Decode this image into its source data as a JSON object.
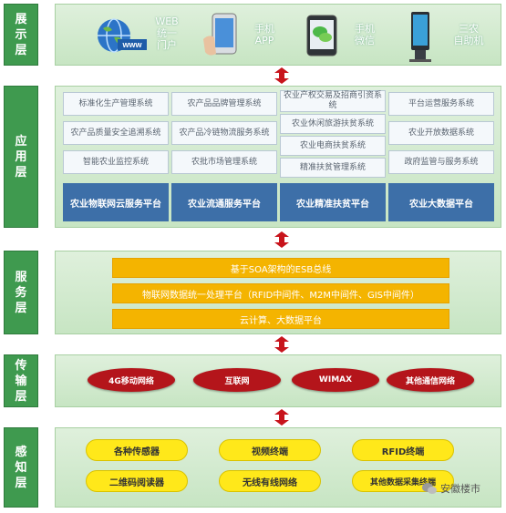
{
  "colors": {
    "layer_label_bg": "#3f9a4f",
    "panel_bg": "#d4ebd0",
    "platform_bg": "#3d6fa8",
    "service_bar_bg": "#f4b400",
    "transport_bg": "#b4151b",
    "sensing_bg": "#ffe81a",
    "arrow": "#c8141c"
  },
  "layers": [
    {
      "chars": [
        "展",
        "示",
        "层"
      ]
    },
    {
      "chars": [
        "应",
        "用",
        "层"
      ]
    },
    {
      "chars": [
        "服",
        "务",
        "层"
      ]
    },
    {
      "chars": [
        "传",
        "输",
        "层"
      ]
    },
    {
      "chars": [
        "感",
        "知",
        "层"
      ]
    }
  ],
  "display": {
    "items": [
      {
        "label_lines": [
          "WEB",
          "统一",
          "门户"
        ],
        "icon": "globe-www-icon"
      },
      {
        "label_lines": [
          "手机",
          "APP"
        ],
        "icon": "smartphone-icon"
      },
      {
        "label_lines": [
          "手机",
          "微信"
        ],
        "icon": "wechat-phone-icon"
      },
      {
        "label_lines": [
          "三农",
          "自助机"
        ],
        "icon": "kiosk-icon"
      }
    ]
  },
  "application": {
    "columns": [
      {
        "systems": [
          "标准化生产管理系统",
          "农产品质量安全追溯系统",
          "智能农业监控系统"
        ],
        "platform": "农业物联网云服务平台"
      },
      {
        "systems": [
          "农产品品牌管理系统",
          "农产品冷链物流服务系统",
          "农批市场管理系统"
        ],
        "platform": "农业流通服务平台"
      },
      {
        "systems": [
          "农业产权交易及招商引资系统",
          "农业休闲旅游扶贫系统",
          "农业电商扶贫系统",
          "精准扶贫管理系统"
        ],
        "platform": "农业精准扶贫平台"
      },
      {
        "systems": [
          "平台运营服务系统",
          "农业开放数据系统",
          "政府监管与服务系统"
        ],
        "platform": "农业大数据平台"
      }
    ]
  },
  "service": {
    "bars": [
      "基于SOA架构的ESB总线",
      "物联网数据统一处理平台（RFID中间件、M2M中间件、GIS中间件）",
      "云计算、大数据平台"
    ]
  },
  "transport": {
    "networks": [
      "4G移动网络",
      "互联网",
      "WIMAX",
      "其他通信网络"
    ]
  },
  "sensing": {
    "devices": [
      "各种传感器",
      "视频终端",
      "RFID终端",
      "二维码阅读器",
      "无线有线网络",
      "其他数据采集终端"
    ]
  },
  "watermark": {
    "text": "安徽楼市",
    "icon": "wechat-logo-icon"
  }
}
